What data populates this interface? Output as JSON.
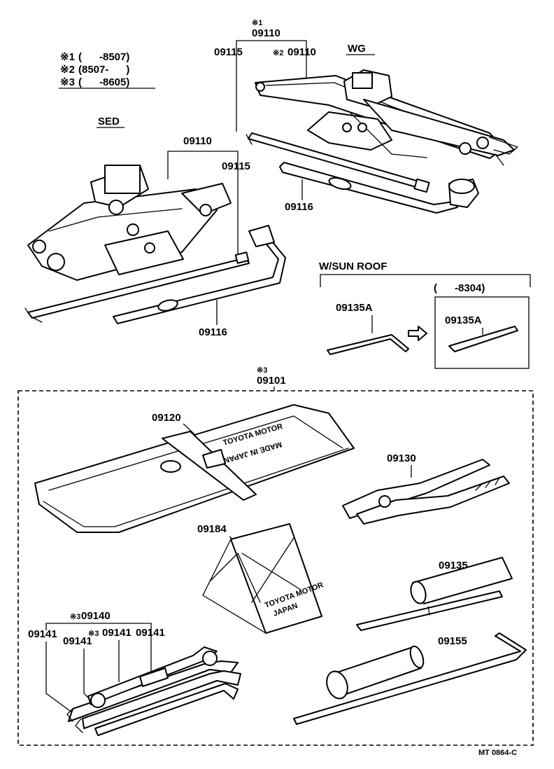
{
  "notes": [
    {
      "mark": "※1",
      "text": "(      -8507)"
    },
    {
      "mark": "※2",
      "text": "(8507-      )"
    },
    {
      "mark": "※3",
      "text": "(      -8605)"
    }
  ],
  "sections": {
    "sed": "SED",
    "wg": "WG",
    "sunroof": "W/SUN ROOF",
    "sunroof_date": "(      -8304)"
  },
  "parts": {
    "wg_group_mark": "※1",
    "wg_group": "09110",
    "wg_handle": "09115",
    "wg_jack_mark": "※2",
    "wg_jack": "09110",
    "wg_wrench": "09116",
    "sed_jack": "09110",
    "sed_handle": "09115",
    "sed_wrench": "09116",
    "sunroof_a": "09135A",
    "sunroof_b": "09135A",
    "kit_mark": "※3",
    "kit": "09101",
    "bag": "09120",
    "pliers": "09130",
    "chock": "09184",
    "screwdriver": "09135",
    "wrench_set_mark": "※3",
    "wrench_set": "09140",
    "wrench_a": "09141",
    "wrench_b": "09141",
    "wrench_c_mark": "※3",
    "wrench_c": "09141",
    "wrench_d": "09141",
    "plug_wrench": "09155"
  },
  "bag_text": {
    "line1": "TOYOTA MOTOR",
    "line2": "MADE IN JAPAN"
  },
  "chock_text": {
    "line1": "TOYOTA MOTOR",
    "line2": "JAPAN"
  },
  "diagram_code": "MT 0864-C"
}
